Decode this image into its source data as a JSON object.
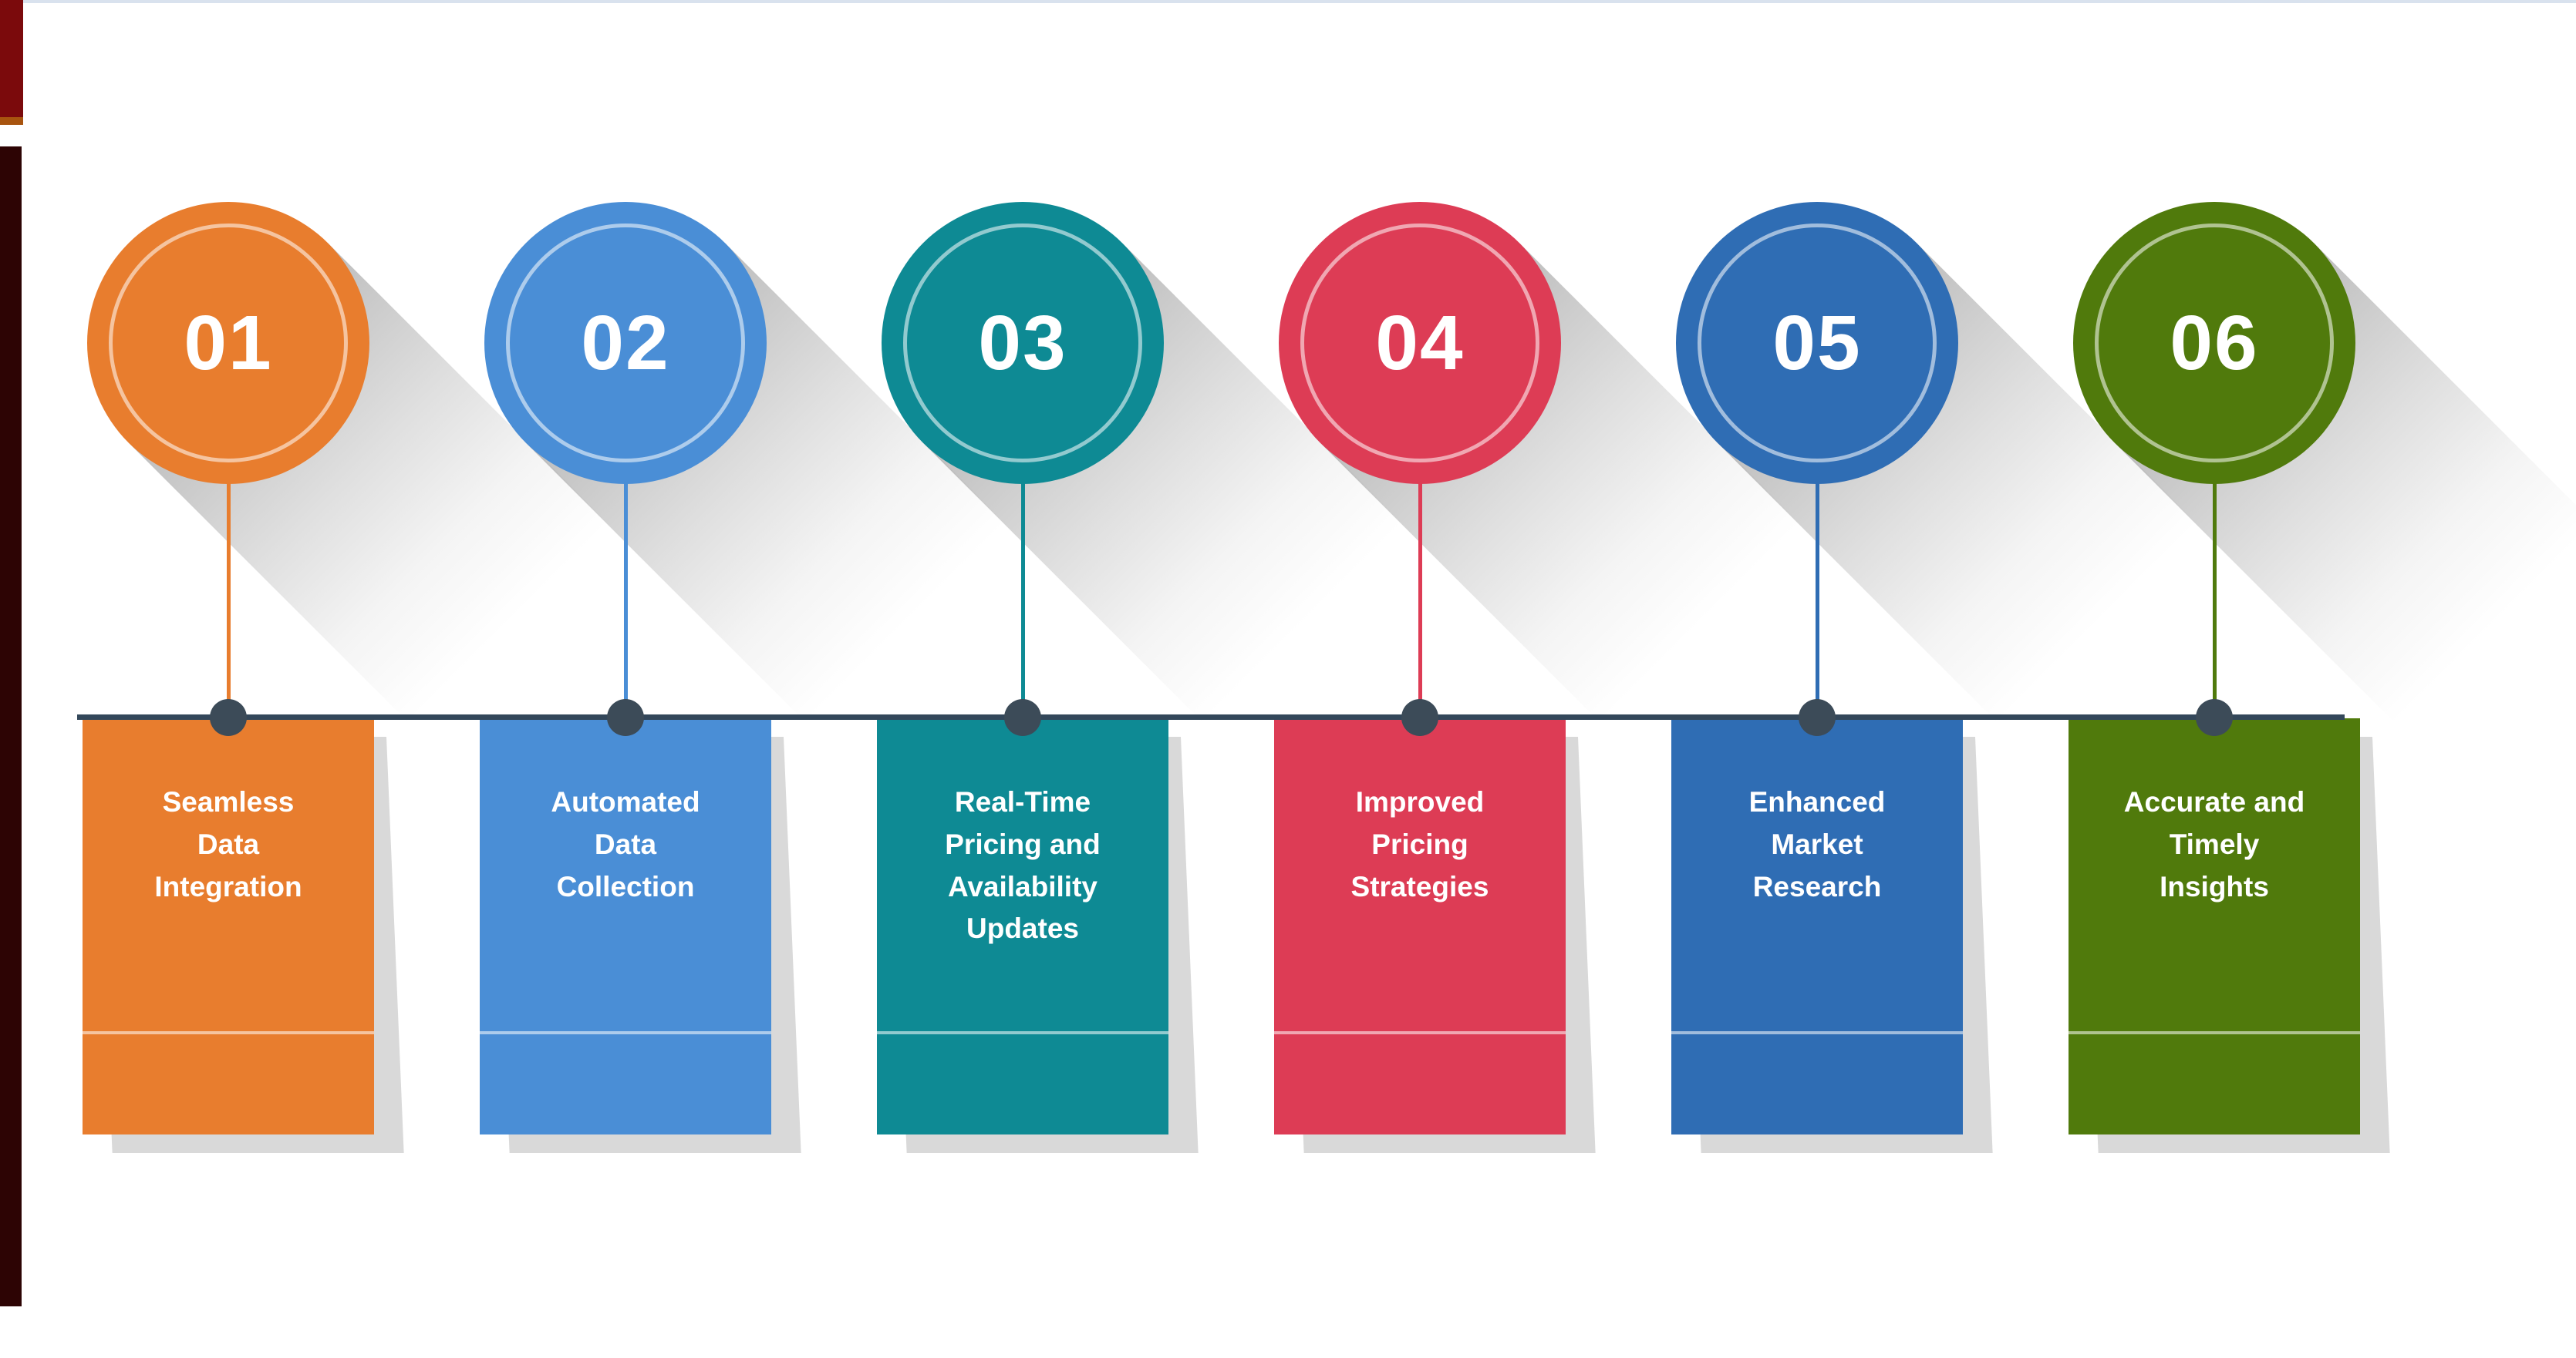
{
  "theme": {
    "background": "#ffffff",
    "top_border": "#d9e2ee",
    "left_bar_top": "#7b0a0c",
    "left_bar_accent": "#a8540f",
    "left_bar_bottom": "#2d0404",
    "timeline_line": "#33475a",
    "timeline_dot": "#3c4b58",
    "card_shadow": "#d9d9d9",
    "ring": "rgba(255,255,255,0.55)"
  },
  "steps": [
    {
      "number": "01",
      "label": "Seamless\nData\nIntegration",
      "color": "#e87d2e"
    },
    {
      "number": "02",
      "label": "Automated\nData\nCollection",
      "color": "#4a8ed6"
    },
    {
      "number": "03",
      "label": "Real-Time\nPricing and\nAvailability\nUpdates",
      "color": "#0e8a94"
    },
    {
      "number": "04",
      "label": "Improved\nPricing\nStrategies",
      "color": "#dd3c55"
    },
    {
      "number": "05",
      "label": "Enhanced\nMarket\nResearch",
      "color": "#2f6db4"
    },
    {
      "number": "06",
      "label": "Accurate and\nTimely\nInsights",
      "color": "#507a0c"
    }
  ]
}
